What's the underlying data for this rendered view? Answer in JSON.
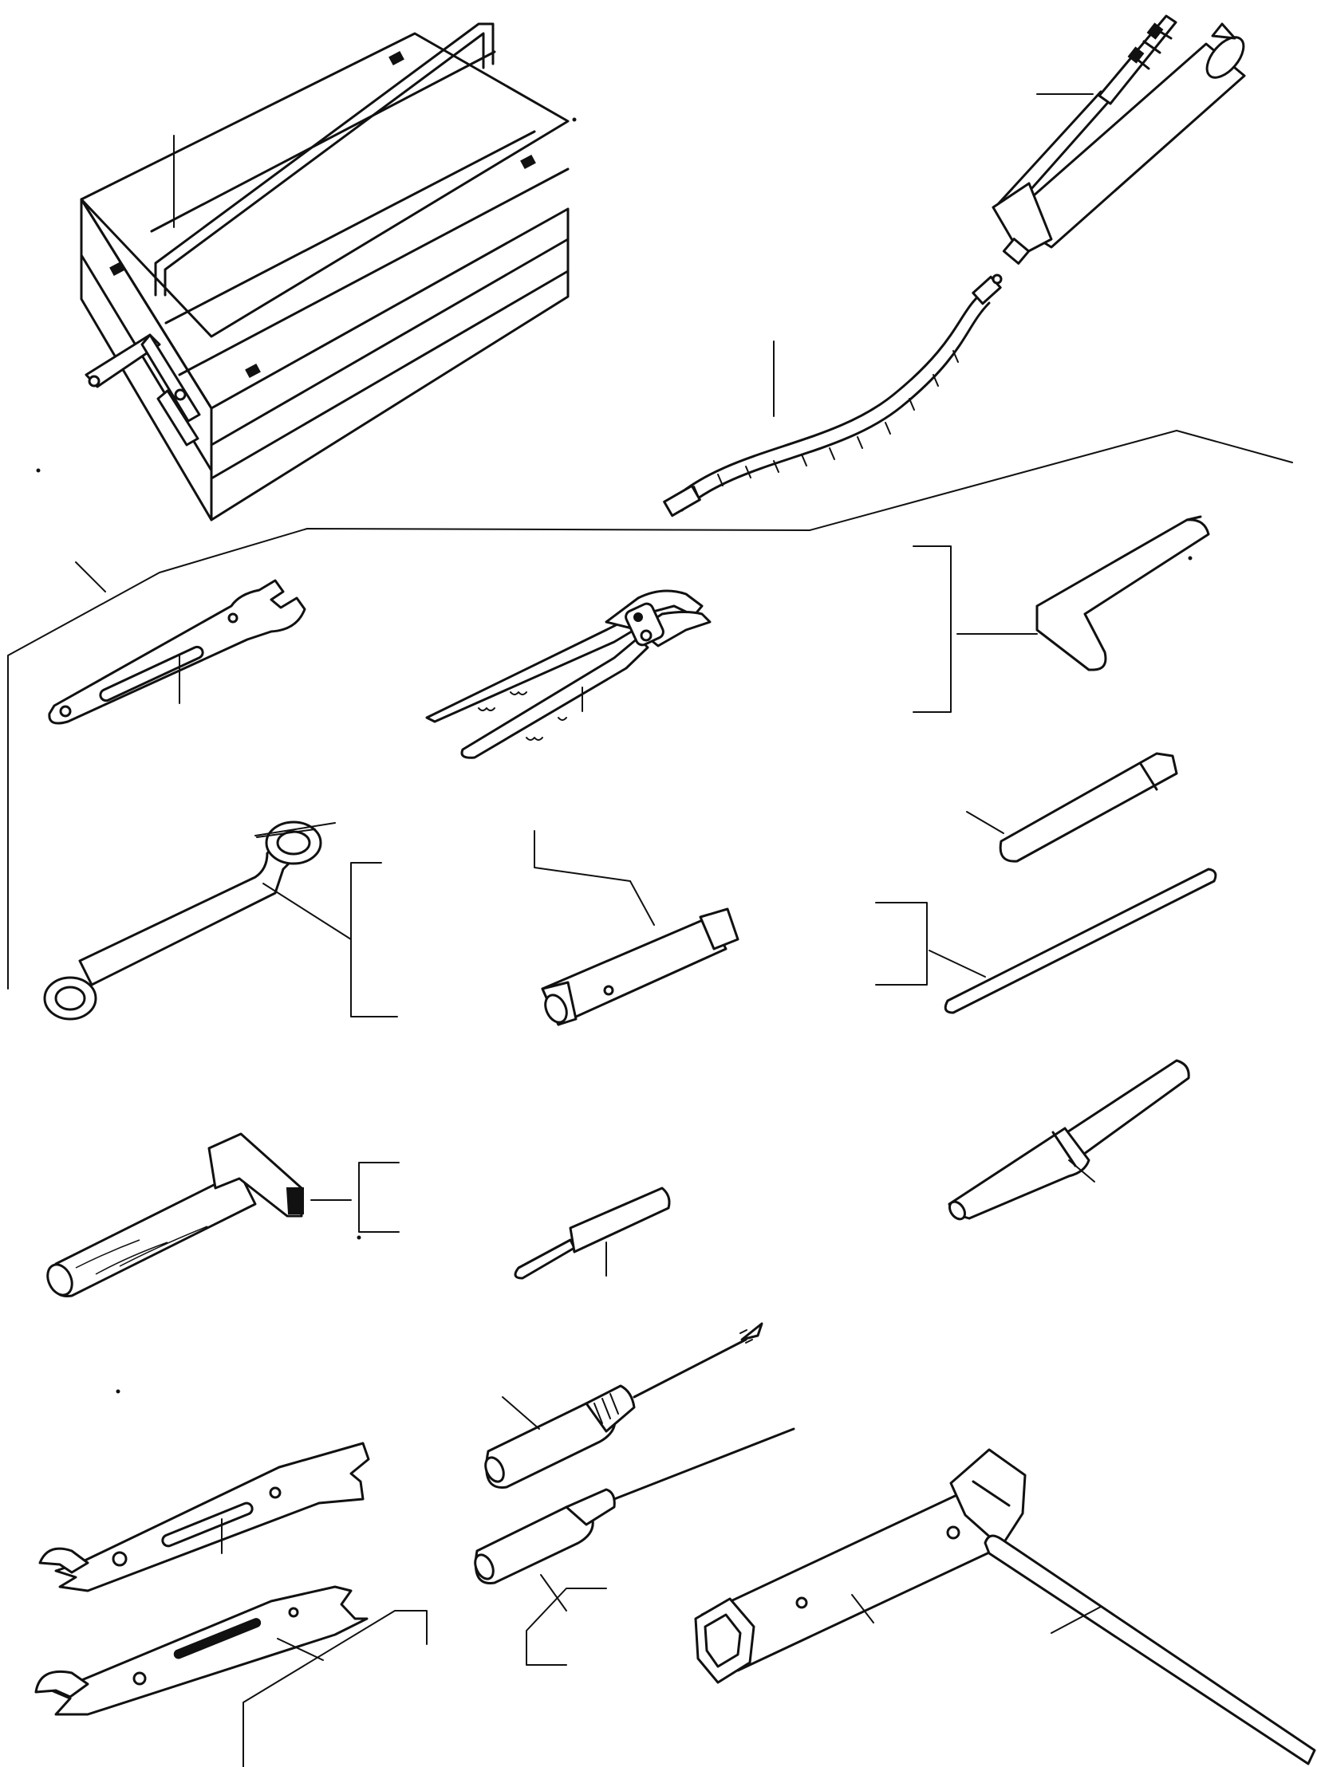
{
  "diagram": {
    "type": "exploded tool kit parts illustration",
    "ink_color": "#111111",
    "background_color": "#ffffff",
    "parts": [
      {
        "id": "tool-box",
        "icon": "toolbox-icon"
      },
      {
        "id": "grease-gun",
        "icon": "grease-gun-icon"
      },
      {
        "id": "grease-hose",
        "icon": "hose-icon"
      },
      {
        "id": "open-end-wrench-single",
        "icon": "wrench-icon"
      },
      {
        "id": "water-pump-pliers",
        "icon": "pliers-icon"
      },
      {
        "id": "hex-key-set",
        "icon": "hex-key-icon"
      },
      {
        "id": "offset-ring-wrench-set",
        "icon": "ring-wrench-icon"
      },
      {
        "id": "socket-wrench-small",
        "icon": "socket-wrench-icon"
      },
      {
        "id": "chisel",
        "icon": "chisel-icon"
      },
      {
        "id": "bar-set",
        "icon": "bar-icon"
      },
      {
        "id": "hammer-set",
        "icon": "hammer-icon"
      },
      {
        "id": "pin-punch",
        "icon": "punch-icon"
      },
      {
        "id": "drift-punch",
        "icon": "punch-icon"
      },
      {
        "id": "phillips-screwdriver",
        "icon": "screwdriver-icon"
      },
      {
        "id": "flat-screwdriver-set",
        "icon": "screwdriver-icon"
      },
      {
        "id": "double-open-end-wrench",
        "icon": "wrench-icon"
      },
      {
        "id": "double-open-end-wrench-set",
        "icon": "wrench-icon"
      },
      {
        "id": "box-socket-wrench",
        "icon": "socket-wrench-icon"
      },
      {
        "id": "tommy-bar",
        "icon": "bar-icon"
      }
    ]
  }
}
